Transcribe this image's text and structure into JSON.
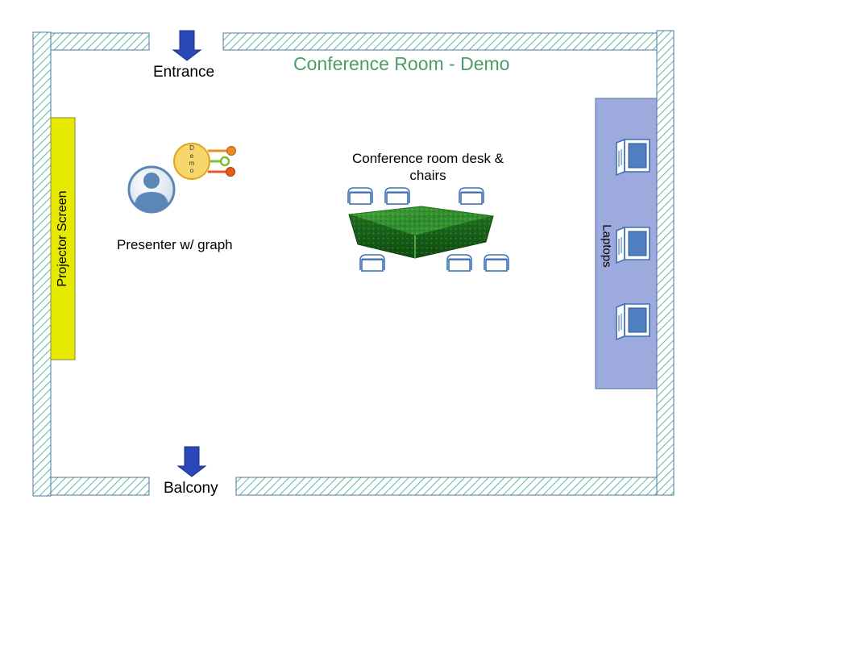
{
  "title": "Conference Room - Demo",
  "labels": {
    "entrance": "Entrance",
    "balcony": "Balcony",
    "presenter": "Presenter w/ graph",
    "desk": "Conference room desk & chairs",
    "projector": "Projector Screen",
    "laptops": "Laptops",
    "graph_letters": "Demo"
  },
  "colors": {
    "title": "#4e9a6a",
    "wall_hatch": "#3aa58a",
    "wall_border": "#4a7aa0",
    "projector_screen": "#e6ea00",
    "laptop_table": "#9daadd",
    "arrow": "#2a47b8",
    "desk": "#2a8a2a",
    "chair": "#3c6fb3",
    "presenter_icon": "#5a86b8",
    "graph_circle": "#f7d66b",
    "graph_node_orange": "#ee8a25",
    "graph_node_green": "#78c030",
    "graph_node_red": "#e85a20"
  },
  "icons": [
    "down-arrow-icon",
    "presenter-icon",
    "graph-icon",
    "chair-icon",
    "laptop-icon"
  ]
}
